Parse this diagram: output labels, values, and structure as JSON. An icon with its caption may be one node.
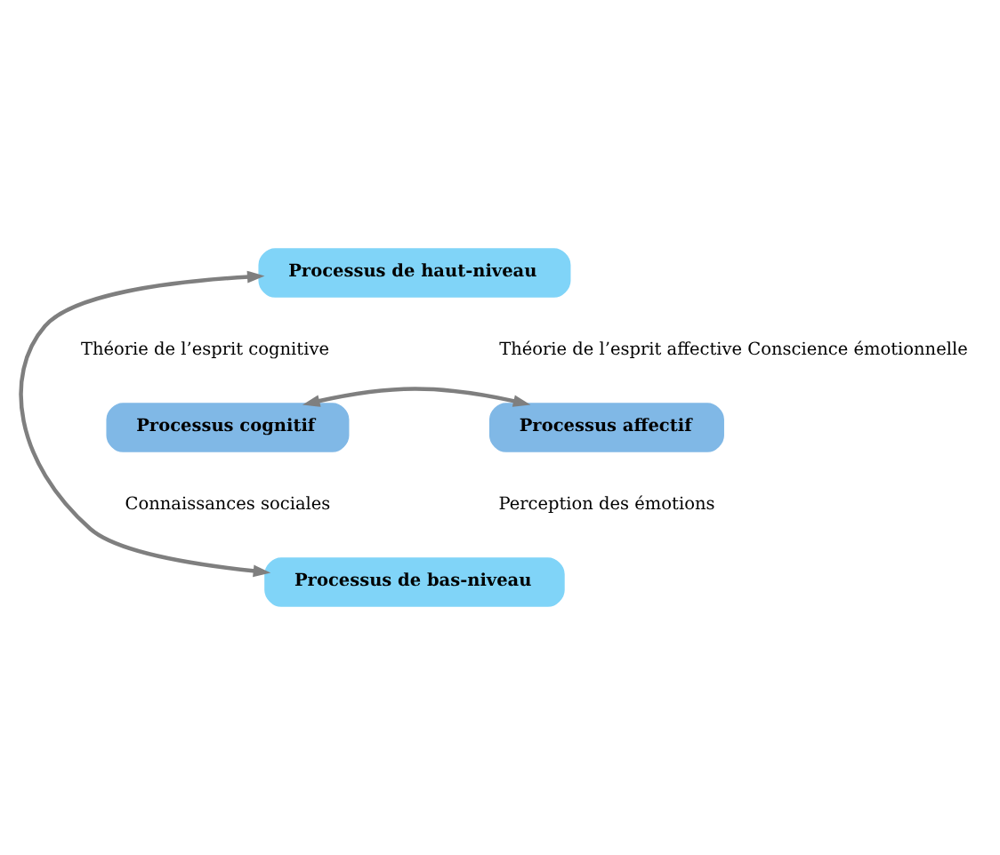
{
  "diagram": {
    "nodes": [
      {
        "text": [
          "Processus de haut-niveau"
        ]
      },
      {
        "text": [
          "Processus cognitif"
        ]
      },
      {
        "text": [
          "Processus affectif"
        ]
      },
      {
        "text": [
          "Processus de bas-niveau"
        ]
      }
    ],
    "edges": [
      {
        "from": 0,
        "to": 3,
        "arrow": "both"
      },
      {
        "from": 1,
        "to": 2,
        "arrow": "both"
      }
    ],
    "labels": [
      "Théorie de l’esprit affective Conscience émotionnelle",
      "Théorie de l’esprit cognitive",
      "Connaissances sociales",
      "Perception des émotions"
    ]
  }
}
